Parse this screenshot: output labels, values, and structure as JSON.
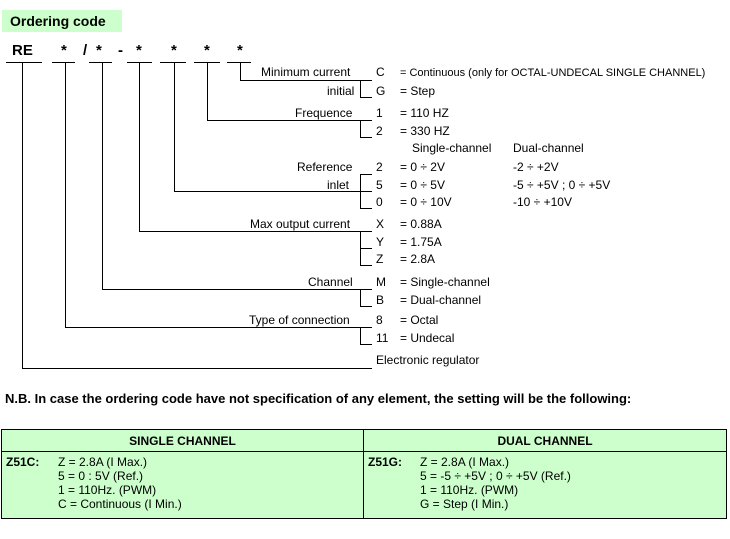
{
  "title": "Ordering code",
  "code_parts": [
    "RE",
    "*",
    "/",
    "*",
    "-",
    "*",
    "*",
    "*",
    "*"
  ],
  "branches": [
    {
      "label": "Minimum current",
      "options": [
        {
          "code": "C",
          "desc": "= Continuous (only for OCTAL-UNDECAL SINGLE CHANNEL)"
        },
        {
          "code": "G",
          "desc": "= Step"
        }
      ],
      "label2": "initial"
    },
    {
      "label": "Frequence",
      "options": [
        {
          "code": "1",
          "desc": "= 110 HZ"
        },
        {
          "code": "2",
          "desc": "= 330 HZ"
        }
      ]
    },
    {
      "label": "Reference",
      "label2": "inlet",
      "headers": {
        "single": "Single-channel",
        "dual": "Dual-channel"
      },
      "options": [
        {
          "code": "2",
          "desc": "= 0 ÷ 2V",
          "dual": "-2 ÷ +2V"
        },
        {
          "code": "5",
          "desc": "= 0 ÷ 5V",
          "dual": "-5 ÷ +5V ; 0 ÷ +5V"
        },
        {
          "code": "0",
          "desc": "= 0 ÷ 10V",
          "dual": "-10 ÷ +10V"
        }
      ]
    },
    {
      "label": "Max output current",
      "options": [
        {
          "code": "X",
          "desc": "= 0.88A"
        },
        {
          "code": "Y",
          "desc": "= 1.75A"
        },
        {
          "code": "Z",
          "desc": "= 2.8A"
        }
      ]
    },
    {
      "label": "Channel",
      "options": [
        {
          "code": "M",
          "desc": "= Single-channel"
        },
        {
          "code": "B",
          "desc": "= Dual-channel"
        }
      ]
    },
    {
      "label": "Type of connection",
      "options": [
        {
          "code": "8",
          "desc": "= Octal"
        },
        {
          "code": "11",
          "desc": "= Undecal"
        }
      ]
    },
    {
      "label": "Electronic regulator"
    }
  ],
  "note": "N.B.  In case the ordering code have not specification of any element, the setting will be the following:",
  "defaults": {
    "single": {
      "header": "SINGLE CHANNEL",
      "code": "Z51C:",
      "lines": [
        "Z = 2.8A (I Max.)",
        "5 = 0 : 5V (Ref.)",
        "1 = 110Hz. (PWM)",
        "C = Continuous (I Min.)"
      ]
    },
    "dual": {
      "header": "DUAL CHANNEL",
      "code": "Z51G:",
      "lines": [
        "Z = 2.8A (I Max.)",
        "5 = -5 ÷ +5V ; 0 ÷ +5V (Ref.)",
        "1 = 110Hz. (PWM)",
        "G = Step (I Min.)"
      ]
    }
  }
}
